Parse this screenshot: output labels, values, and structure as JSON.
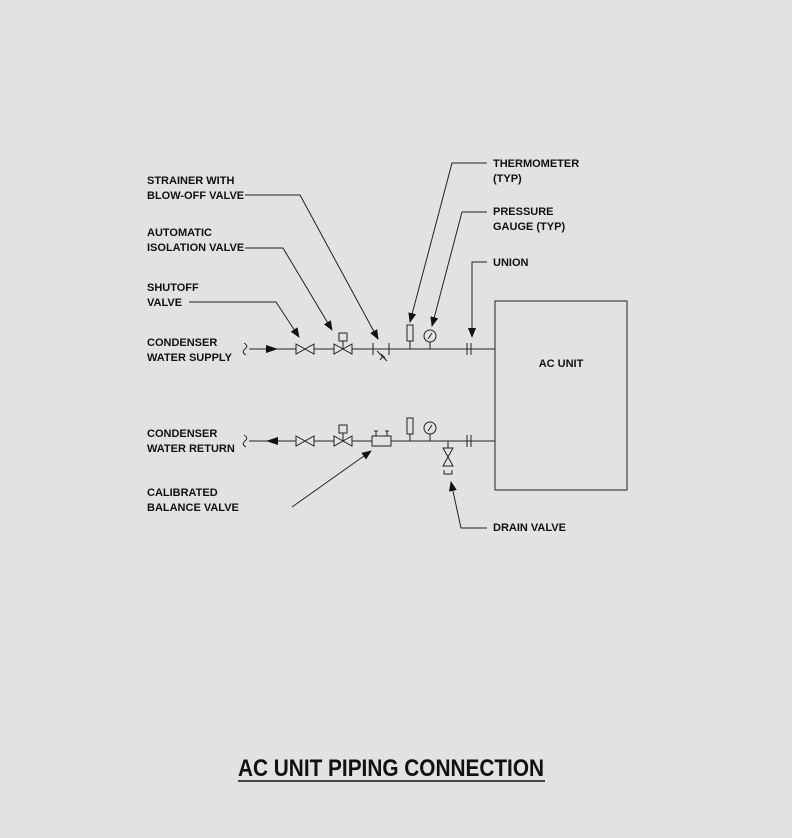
{
  "labels": {
    "strainer": [
      "STRAINER WITH",
      "BLOW-OFF VALVE"
    ],
    "isolation": [
      "AUTOMATIC",
      "ISOLATION VALVE"
    ],
    "shutoff": [
      "SHUTOFF",
      "VALVE"
    ],
    "supply": [
      "CONDENSER",
      "WATER SUPPLY"
    ],
    "return": [
      "CONDENSER",
      "WATER RETURN"
    ],
    "balance": [
      "CALIBRATED",
      "BALANCE VALVE"
    ],
    "thermometer": [
      "THERMOMETER",
      "(TYP)"
    ],
    "gauge": [
      "PRESSURE",
      "GAUGE (TYP)"
    ],
    "union": [
      "UNION"
    ],
    "drain": [
      "DRAIN VALVE"
    ],
    "unit": "AC UNIT"
  },
  "title": "AC UNIT PIPING CONNECTION",
  "colors": {
    "background": "#e2e2e2",
    "line": "#222222"
  }
}
